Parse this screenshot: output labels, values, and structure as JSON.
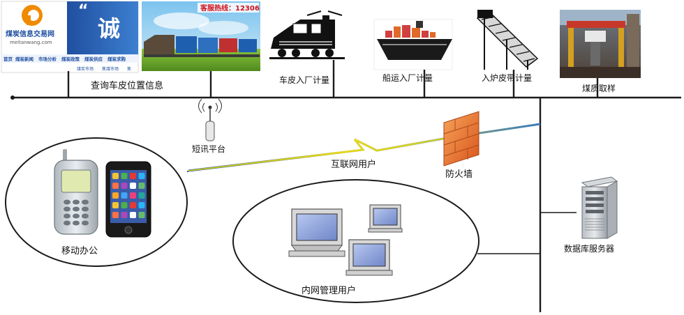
{
  "top_images": {
    "website": {
      "logo_text": "煤炭信息交易网",
      "domain_text": "meitanwang.com",
      "nav_items": [
        "首页",
        "煤炭新闻",
        "市场分析",
        "煤炭政策",
        "煤炭供应",
        "煤炭求购"
      ],
      "nav_sub": [
        "煤炭市场",
        "焦煤市场",
        "焦"
      ],
      "slogan_fragment": "诚"
    },
    "train_photo": {
      "hotline": "客服热线：12306"
    }
  },
  "labels": {
    "query_position": "查询车皮位置信息",
    "train_weighing": "车皮入厂计量",
    "ship_weighing": "船运入厂计量",
    "belt_weighing": "入炉皮带计量",
    "coal_sampling": "煤质取样",
    "sms_platform": "短讯平台",
    "internet_user": "互联网用户",
    "firewall": "防火墙",
    "mobile_office": "移动办公",
    "intranet_users": "内网管理用户",
    "db_server": "数据库服务器"
  },
  "icons": [
    "antenna-icon",
    "firewall-icon",
    "locomotive-icon",
    "cargo-ship-icon",
    "conveyor-belt-icon",
    "server-icon",
    "desktop-computer-icon",
    "mobile-phone-icon",
    "smartphone-icon",
    "lightning-link-icon"
  ],
  "colors": {
    "line": "#1a1a1a",
    "firewall": "#e8702a",
    "lightning": "#f0e000",
    "link_blue": "#3a6fa8",
    "screen": "#8fa6d8",
    "logo_orange": "#f08a00",
    "site_blue": "#1f4fa0"
  }
}
